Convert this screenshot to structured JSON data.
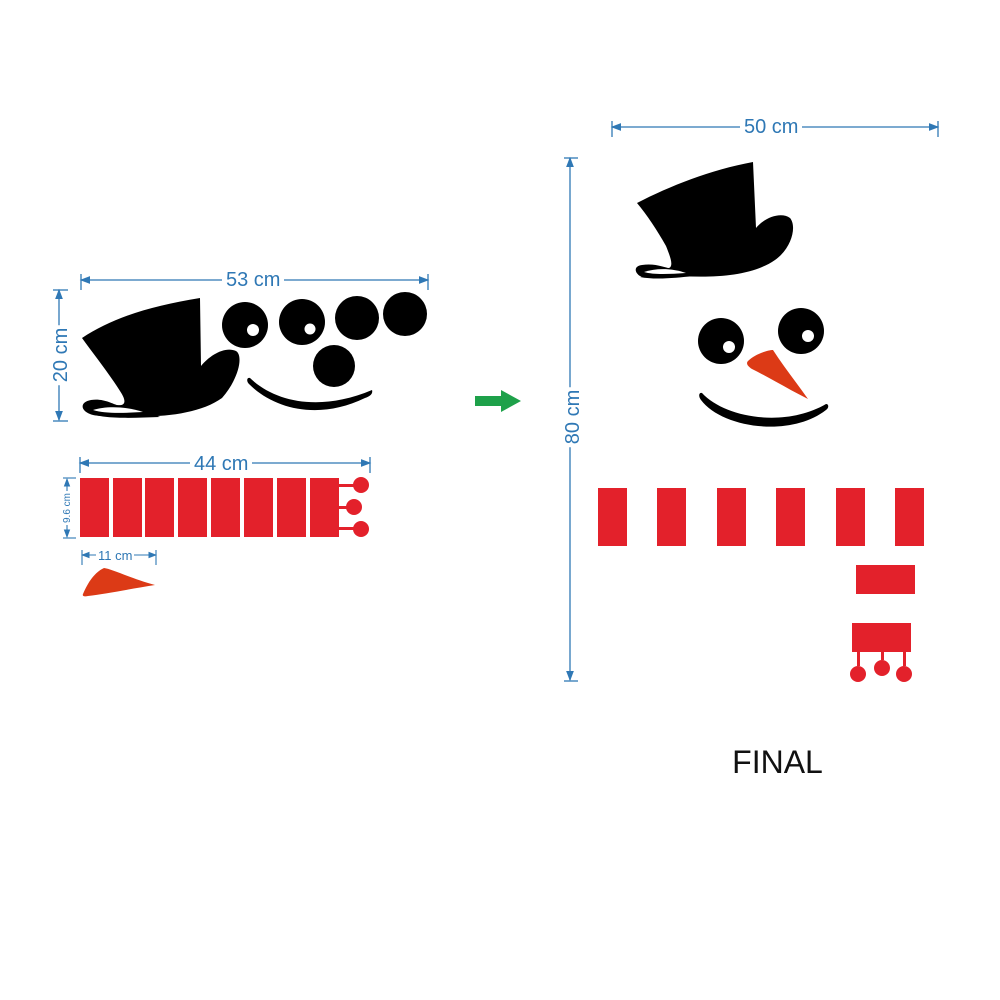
{
  "colors": {
    "dimension": "#2f78b5",
    "black": "#000000",
    "red": "#e3212b",
    "nose": "#dc3a16",
    "arrow": "#1ea14a"
  },
  "left_kit": {
    "face_set": {
      "width_label": "53 cm",
      "height_label": "20 cm",
      "pieces": [
        "top-hat",
        "eye-left",
        "eye-right",
        "button",
        "button",
        "nose-dot",
        "mouth"
      ]
    },
    "scarf_set": {
      "width_label": "44 cm",
      "height_label": "9.6 cm",
      "stripes": 8,
      "pompoms": 3
    },
    "nose": {
      "width_label": "11 cm"
    }
  },
  "arrow": {
    "icon": "right-arrow-icon"
  },
  "final": {
    "width_label": "50 cm",
    "height_label": "80 cm",
    "caption": "FINAL",
    "scarf_stripes": 6
  }
}
